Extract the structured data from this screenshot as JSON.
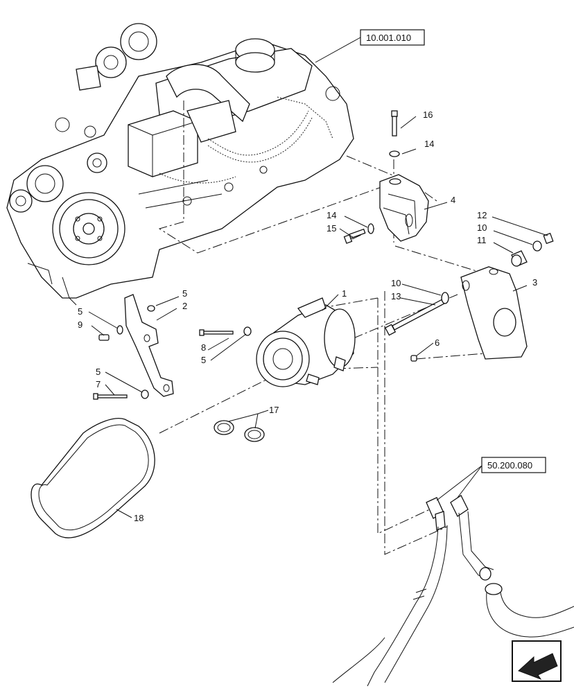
{
  "references": {
    "engine_ref": "10.001.010",
    "hose_ref": "50.200.080"
  },
  "callouts": {
    "c1": "1",
    "c2": "2",
    "c3": "3",
    "c4": "4",
    "c5a": "5",
    "c5b": "5",
    "c5c": "5",
    "c5d": "5",
    "c6": "6",
    "c7": "7",
    "c8": "8",
    "c9": "9",
    "c10a": "10",
    "c10b": "10",
    "c11": "11",
    "c12": "12",
    "c13": "13",
    "c14a": "14",
    "c14b": "14",
    "c15": "15",
    "c16": "16",
    "c17": "17",
    "c18": "18"
  },
  "icons": {
    "nav": "back-arrow-icon"
  }
}
